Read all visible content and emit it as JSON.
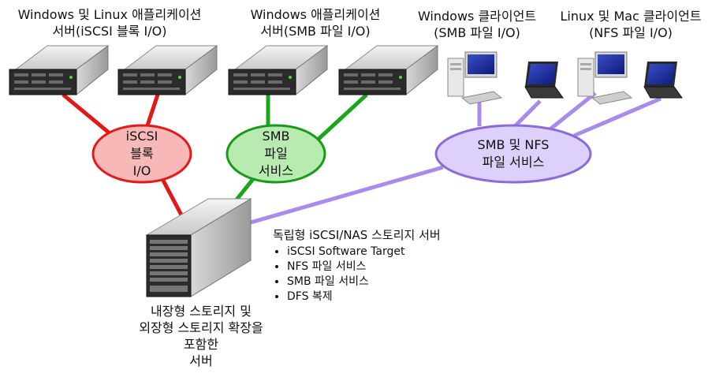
{
  "groups": {
    "win_linux_servers": {
      "line1": "Windows 및 Linux 애플리케이션",
      "line2": "서버(iSCSI 블록 I/O)"
    },
    "win_app_servers": {
      "line1": "Windows 애플리케이션",
      "line2": "서버(SMB 파일 I/O)"
    },
    "win_clients": {
      "line1": "Windows 클라이언트",
      "line2": "(SMB 파일 I/O)"
    },
    "linux_mac_clients": {
      "line1": "Linux 및 Mac 클라이언트",
      "line2": "(NFS 파일 I/O)"
    }
  },
  "hubs": {
    "iscsi": {
      "line1": "iSCSI",
      "line2": "블록",
      "line3": "I/O",
      "fill": "#f9b8b8",
      "stroke": "#e21a1a"
    },
    "smb": {
      "line1": "SMB",
      "line2": "파일",
      "line3": "서비스",
      "fill": "#b8ebb0",
      "stroke": "#1a9a1a"
    },
    "smb_nfs": {
      "line1": "SMB 및 NFS",
      "line2": "파일 서비스",
      "fill": "#ddd0fb",
      "stroke": "#8d6ad8"
    }
  },
  "link_colors": {
    "iscsi": "#e01818",
    "smb": "#1aa51a",
    "nfs": "#a98bea"
  },
  "storage": {
    "title": "독립형 iSCSI/NAS 스토리지 서버",
    "features": [
      "iSCSI Software Target",
      "NFS 파일 서비스",
      "SMB 파일 서비스",
      "DFS 복제"
    ],
    "label_line1": "내장형 스토리지 및",
    "label_line2": "외장형 스토리지 확장을",
    "label_line3": "포함한",
    "label_line4": "서버"
  }
}
